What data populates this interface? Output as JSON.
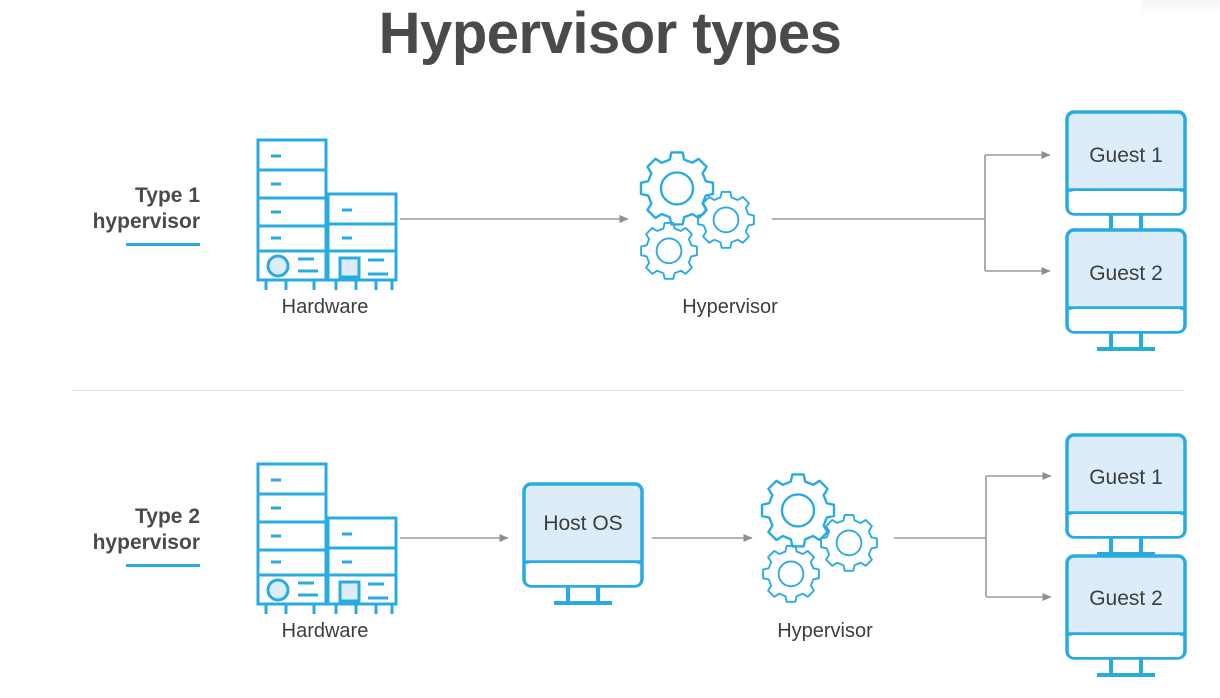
{
  "title": "Hypervisor types",
  "colors": {
    "accent_blue": "#29abe2",
    "fill_blue": "#dcecf8",
    "title_gray": "#4a4a4a",
    "text_gray": "#3d3d3d",
    "arrow_gray": "#9a9a9a",
    "divider_gray": "#e2e2e2"
  },
  "rows": [
    {
      "label_line1": "Type 1",
      "label_line2": "hypervisor",
      "nodes": {
        "hardware_caption": "Hardware",
        "hypervisor_caption": "Hypervisor",
        "guest1": "Guest 1",
        "guest2": "Guest 2"
      },
      "icons": {
        "hardware": "server-rack-icon",
        "hypervisor": "gears-icon",
        "guest1": "monitor-icon",
        "guest2": "monitor-icon"
      }
    },
    {
      "label_line1": "Type 2",
      "label_line2": "hypervisor",
      "nodes": {
        "hardware_caption": "Hardware",
        "host_os": "Host OS",
        "hypervisor_caption": "Hypervisor",
        "guest1": "Guest 1",
        "guest2": "Guest 2"
      },
      "icons": {
        "hardware": "server-rack-icon",
        "host_os": "monitor-icon",
        "hypervisor": "gears-icon",
        "guest1": "monitor-icon",
        "guest2": "monitor-icon"
      }
    }
  ]
}
